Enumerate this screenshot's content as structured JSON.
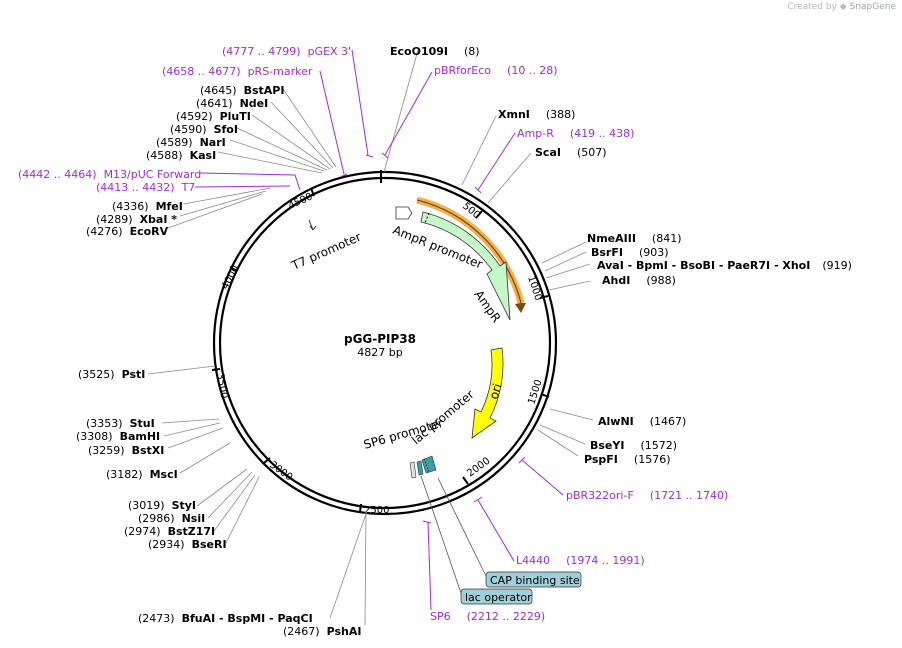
{
  "credit": {
    "prefix": "Created by",
    "brand": "SnapGene"
  },
  "plasmid": {
    "name": "pGG-PIP38",
    "size": "4827 bp",
    "length": 4827
  },
  "ticks": [
    {
      "pos": 500,
      "label": "500"
    },
    {
      "pos": 1000,
      "label": "1000"
    },
    {
      "pos": 1500,
      "label": "1500"
    },
    {
      "pos": 2000,
      "label": "2000"
    },
    {
      "pos": 2500,
      "label": "2500"
    },
    {
      "pos": 3000,
      "label": "3000"
    },
    {
      "pos": 3500,
      "label": "3500"
    },
    {
      "pos": 4000,
      "label": "4000"
    },
    {
      "pos": 4500,
      "label": "4500"
    }
  ],
  "sites": [
    {
      "name": "EcoO109I",
      "pos": "(8)"
    },
    {
      "name": "XmnI",
      "pos": "(388)"
    },
    {
      "name": "ScaI",
      "pos": "(507)"
    },
    {
      "name": "NmeAIII",
      "pos": "(841)"
    },
    {
      "name": "BsrFI",
      "pos": "(903)"
    },
    {
      "name": "AvaI - BpmI - BsoBI - PaeR7I - XhoI",
      "pos": "(919)"
    },
    {
      "name": "AhdI",
      "pos": "(988)"
    },
    {
      "name": "AlwNI",
      "pos": "(1467)"
    },
    {
      "name": "BseYI",
      "pos": "(1572)"
    },
    {
      "name": "PspFI",
      "pos": "(1576)"
    },
    {
      "name": "BfuAI - BspMI - PaqCI",
      "pos": "(2473)"
    },
    {
      "name": "PshAI",
      "pos": "(2467)"
    },
    {
      "name": "BseRI",
      "pos": "(2934)"
    },
    {
      "name": "BstZ17I",
      "pos": "(2974)"
    },
    {
      "name": "NsiI",
      "pos": "(2986)"
    },
    {
      "name": "StyI",
      "pos": "(3019)"
    },
    {
      "name": "MscI",
      "pos": "(3182)"
    },
    {
      "name": "BstXI",
      "pos": "(3259)"
    },
    {
      "name": "BamHI",
      "pos": "(3308)"
    },
    {
      "name": "StuI",
      "pos": "(3353)"
    },
    {
      "name": "PstI",
      "pos": "(3525)"
    },
    {
      "name": "EcoRV",
      "pos": "(4276)"
    },
    {
      "name": "XbaI *",
      "pos": "(4289)"
    },
    {
      "name": "MfeI",
      "pos": "(4336)"
    },
    {
      "name": "KasI",
      "pos": "(4588)"
    },
    {
      "name": "NarI",
      "pos": "(4589)"
    },
    {
      "name": "SfoI",
      "pos": "(4590)"
    },
    {
      "name": "PluTI",
      "pos": "(4592)"
    },
    {
      "name": "NdeI",
      "pos": "(4641)"
    },
    {
      "name": "BstAPI",
      "pos": "(4645)"
    }
  ],
  "primers": [
    {
      "name": "pGEX 3'",
      "range": "(4777 .. 4799)"
    },
    {
      "name": "pRS-marker",
      "range": "(4658 .. 4677)"
    },
    {
      "name": "pBRforEco",
      "range": "(10 .. 28)"
    },
    {
      "name": "Amp-R",
      "range": "(419 .. 438)"
    },
    {
      "name": "M13/pUC Forward",
      "range": "(4442 .. 4464)"
    },
    {
      "name": "T7",
      "range": "(4413 .. 4432)"
    },
    {
      "name": "pBR322ori-F",
      "range": "(1721 .. 1740)"
    },
    {
      "name": "L4440",
      "range": "(1974 .. 1991)"
    },
    {
      "name": "SP6",
      "range": "(2212 .. 2229)"
    }
  ],
  "features": {
    "ampr_promoter": "AmpR promoter",
    "ampr": "AmpR",
    "ori": "ori",
    "t7_promoter": "T7 promoter",
    "lac_promoter": "lac promoter",
    "sp6_promoter": "SP6 promoter",
    "cap_binding_site": "CAP binding site",
    "lac_operator": "lac operator"
  },
  "colors": {
    "backbone": "#000000",
    "primer": "#a12ed1",
    "ampr_fill": "#c6f7c8",
    "ori_fill": "#ffff00",
    "orange_highlight": "#f4b04c",
    "tag_fill": "#9fcfd9"
  }
}
